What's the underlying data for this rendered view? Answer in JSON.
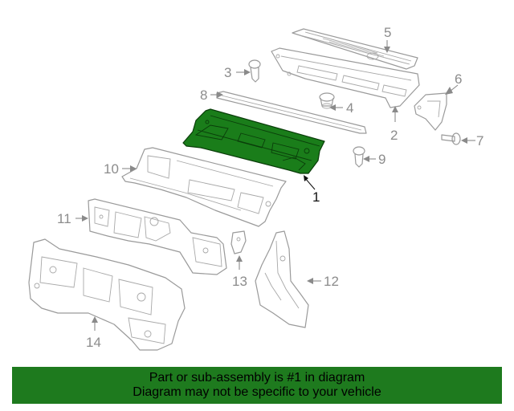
{
  "callouts": {
    "c1": "1",
    "c2": "2",
    "c3": "3",
    "c4": "4",
    "c5": "5",
    "c6": "6",
    "c7": "7",
    "c8": "8",
    "c9": "9",
    "c10": "10",
    "c11": "11",
    "c12": "12",
    "c13": "13",
    "c14": "14"
  },
  "banner": {
    "line1": "Part or sub-assembly is #1 in diagram",
    "line2": "Diagram may not be specific to your vehicle"
  },
  "colors": {
    "highlight": "#1a7d1a",
    "banner": "#1e7a1e"
  }
}
